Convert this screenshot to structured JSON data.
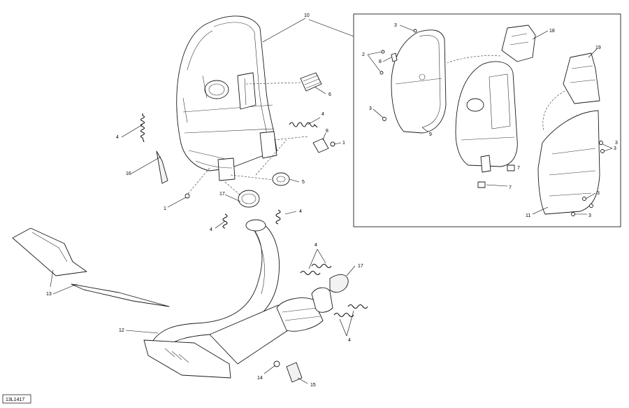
{
  "drawing_id": "13L1417",
  "callouts": {
    "c1a": "1",
    "c1b": "1",
    "c2": "2",
    "c3a": "3",
    "c3b": "3",
    "c3c": "3",
    "c3d": "3",
    "c3e": "3",
    "c3f": "3",
    "c4a": "4",
    "c4b": "4",
    "c4c": "4",
    "c4d": "4",
    "c4e": "4",
    "c4f": "4",
    "c5": "5",
    "c6": "6",
    "c7a": "7",
    "c7b": "7",
    "c8a": "8",
    "c8b": "8",
    "c9": "9",
    "c10": "10",
    "c11": "11",
    "c12": "12",
    "c13": "13",
    "c14": "14",
    "c15": "15",
    "c16": "16",
    "c17a": "17",
    "c17b": "17",
    "c18": "18",
    "c19": "19"
  }
}
